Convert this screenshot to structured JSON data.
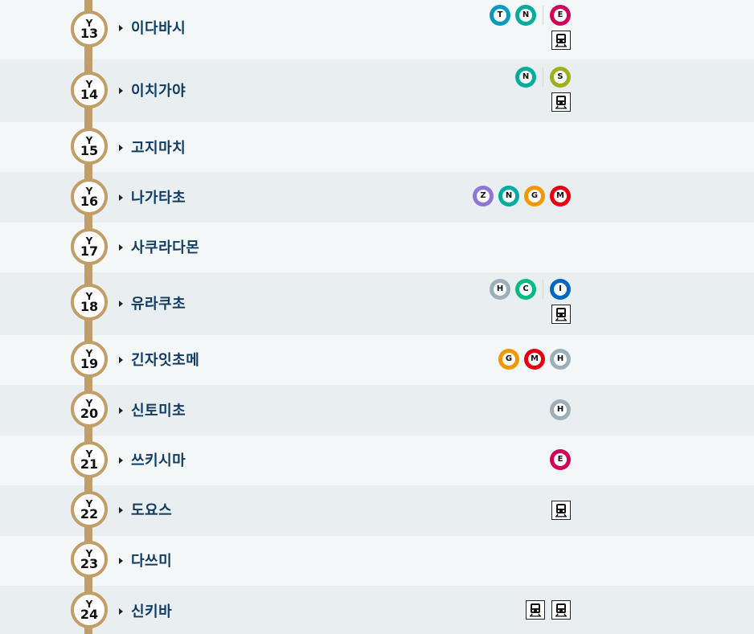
{
  "line_color": "#c19d67",
  "operator_colors": {
    "T": "#009bbf",
    "N": "#00ac9b",
    "E": "#ce045b",
    "S": "#9fb01c",
    "Z": "#8f76d6",
    "G": "#f39700",
    "M": "#e60012",
    "H": "#9caeb7",
    "C": "#00bb85",
    "I": "#0067c0"
  },
  "stations": [
    {
      "line": "Y",
      "num": "13",
      "name": "이다바시",
      "lines_a": [
        "T",
        "N"
      ],
      "lines_b": [
        "E"
      ],
      "rail_icons": [
        "jr-train-icon"
      ]
    },
    {
      "line": "Y",
      "num": "14",
      "name": "이치가야",
      "lines_a": [
        "N"
      ],
      "lines_b": [
        "S"
      ],
      "rail_icons": [
        "jr-train-icon"
      ]
    },
    {
      "line": "Y",
      "num": "15",
      "name": "고지마치",
      "lines_a": [],
      "lines_b": [],
      "rail_icons": []
    },
    {
      "line": "Y",
      "num": "16",
      "name": "나가타초",
      "lines_a": [
        "Z",
        "N",
        "G",
        "M"
      ],
      "lines_b": [],
      "rail_icons": []
    },
    {
      "line": "Y",
      "num": "17",
      "name": "사쿠라다몬",
      "lines_a": [],
      "lines_b": [],
      "rail_icons": []
    },
    {
      "line": "Y",
      "num": "18",
      "name": "유라쿠초",
      "lines_a": [
        "H",
        "C"
      ],
      "lines_b": [
        "I"
      ],
      "rail_icons": [
        "jr-train-icon"
      ]
    },
    {
      "line": "Y",
      "num": "19",
      "name": "긴자잇초메",
      "lines_a": [
        "G",
        "M",
        "H"
      ],
      "lines_b": [],
      "rail_icons": []
    },
    {
      "line": "Y",
      "num": "20",
      "name": "신토미초",
      "lines_a": [
        "H"
      ],
      "lines_b": [],
      "rail_icons": []
    },
    {
      "line": "Y",
      "num": "21",
      "name": "쓰키시마",
      "lines_a": [
        "E"
      ],
      "lines_b": [],
      "rail_icons": []
    },
    {
      "line": "Y",
      "num": "22",
      "name": "도요스",
      "lines_a": [],
      "lines_b": [],
      "rail_icons": [
        "yurikamome-train-icon"
      ]
    },
    {
      "line": "Y",
      "num": "23",
      "name": "다쓰미",
      "lines_a": [],
      "lines_b": [],
      "rail_icons": []
    },
    {
      "line": "Y",
      "num": "24",
      "name": "신키바",
      "lines_a": [],
      "lines_b": [],
      "rail_icons": [
        "jr-train-icon",
        "rinkai-train-icon"
      ]
    }
  ]
}
